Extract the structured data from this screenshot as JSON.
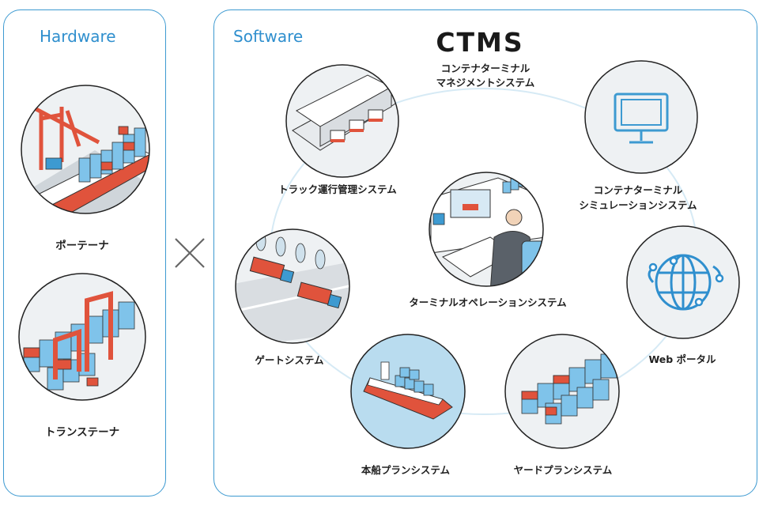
{
  "hardware": {
    "title": "Hardware",
    "items": [
      {
        "label": "ポーテーナ",
        "icon": "ship-to-shore-crane-icon"
      },
      {
        "label": "トランステーナ",
        "icon": "gantry-crane-icon"
      }
    ]
  },
  "cross_symbol": "×",
  "software": {
    "title": "Software",
    "ctms": {
      "title": "CTMS",
      "subtitle_line1": "コンテナターミナル",
      "subtitle_line2": "マネジメントシステム"
    },
    "systems": [
      {
        "label": "トラック運行管理システム",
        "icon": "truck-warehouse-icon"
      },
      {
        "label_line1": "コンテナターミナル",
        "label_line2": "シミュレーションシステム",
        "icon": "monitor-icon"
      },
      {
        "label": "ターミナルオペレーションシステム",
        "icon": "operator-console-icon"
      },
      {
        "label": "Web ポータル",
        "icon": "globe-network-icon"
      },
      {
        "label": "ゲートシステム",
        "icon": "gate-trucks-icon"
      },
      {
        "label": "本船プランシステム",
        "icon": "container-ship-icon"
      },
      {
        "label": "ヤードプランシステム",
        "icon": "container-yard-icon"
      }
    ]
  },
  "colors": {
    "accent": "#3d9ad1",
    "container_blue": "#7fc3ea",
    "container_red": "#e0533c",
    "ring": "#cfe6f3"
  }
}
